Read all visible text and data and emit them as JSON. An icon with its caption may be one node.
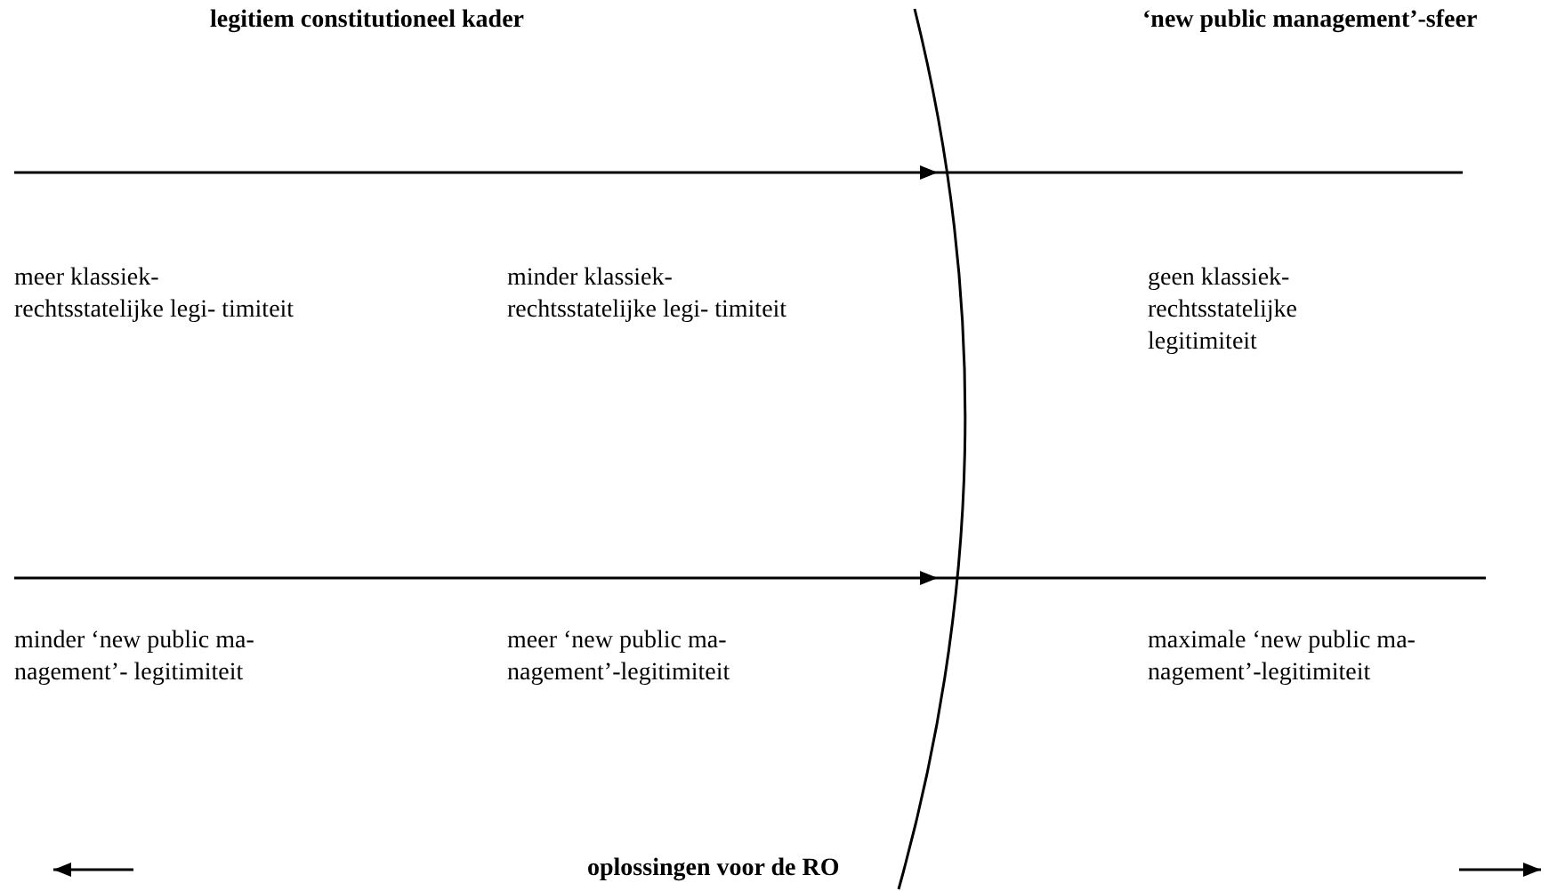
{
  "diagram": {
    "labels": [
      "legitiem constitutioneel kader",
      "‘new public management’-sfeer",
      "meer klassiek- rechtsstatelijke legi- timiteit",
      "minder klassiek- rechtsstatelijke legi- timiteit",
      "geen klassiek- rechtsstatelijke legitimiteit",
      "minder ‘new public ma- nagement’- legitimiteit",
      "meer ‘new public ma- nagement’-legitimiteit",
      "maximale ‘new public ma- nagement’-legitimiteit",
      "oplossingen voor de RO"
    ]
  }
}
